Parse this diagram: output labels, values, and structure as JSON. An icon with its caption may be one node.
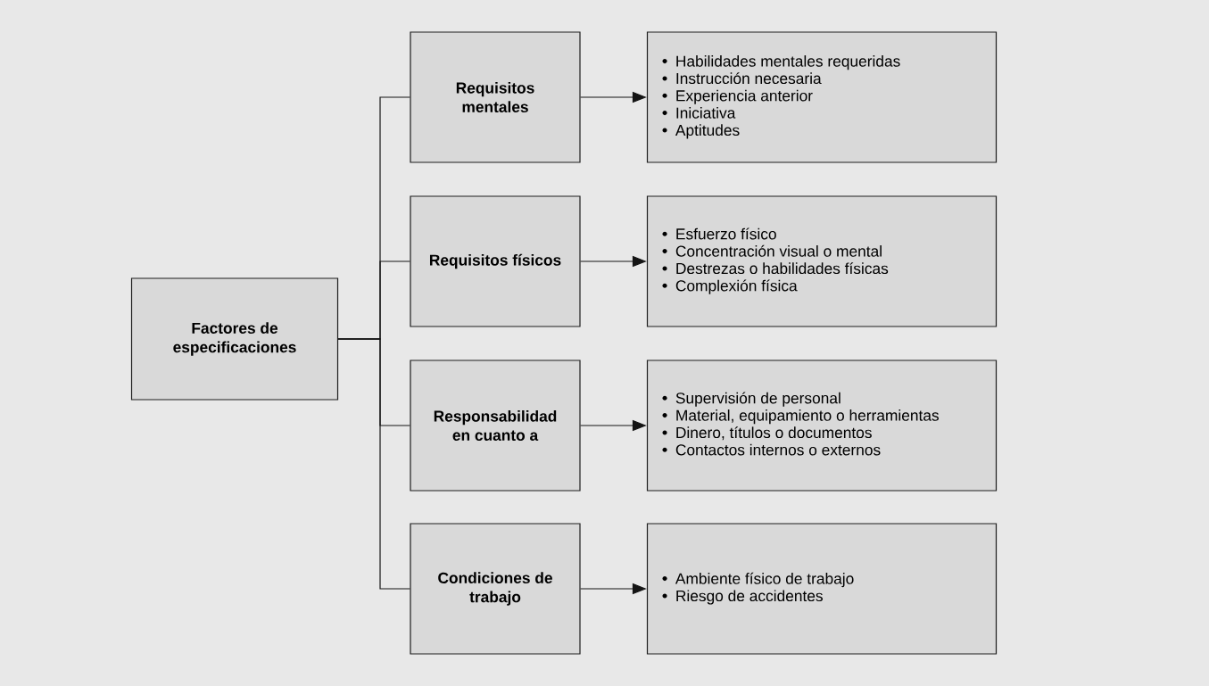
{
  "diagram": {
    "nodes": [
      {
        "text": [
          "Factores de especificaciones"
        ]
      },
      {
        "text": [
          "Requisitos mentales"
        ]
      },
      {
        "text": [
          "Requisitos físicos"
        ]
      },
      {
        "text": [
          "Responsabilidad en cuanto a"
        ]
      },
      {
        "text": [
          "Condiciones de trabajo"
        ]
      },
      {
        "text": [
          "Habilidades mentales requeridas",
          "Instrucción necesaria",
          "Experiencia anterior",
          "Iniciativa",
          "Aptitudes"
        ]
      },
      {
        "text": [
          "Esfuerzo físico",
          "Concentración visual o mental",
          "Destrezas o habilidades físicas",
          "Complexión física"
        ]
      },
      {
        "text": [
          "Supervisión de personal",
          "Material, equipamiento o herramientas",
          "Dinero, títulos o documentos",
          "Contactos internos o externos"
        ]
      },
      {
        "text": [
          "Ambiente físico de trabajo",
          "Riesgo de accidentes"
        ]
      }
    ],
    "edges": [
      {
        "from": 0,
        "to": 1,
        "arrow": "none"
      },
      {
        "from": 0,
        "to": 2,
        "arrow": "none"
      },
      {
        "from": 0,
        "to": 3,
        "arrow": "none"
      },
      {
        "from": 0,
        "to": 4,
        "arrow": "none"
      },
      {
        "from": 1,
        "to": 5,
        "arrow": "to"
      },
      {
        "from": 2,
        "to": 6,
        "arrow": "to"
      },
      {
        "from": 3,
        "to": 7,
        "arrow": "to"
      },
      {
        "from": 4,
        "to": 8,
        "arrow": "to"
      }
    ]
  }
}
